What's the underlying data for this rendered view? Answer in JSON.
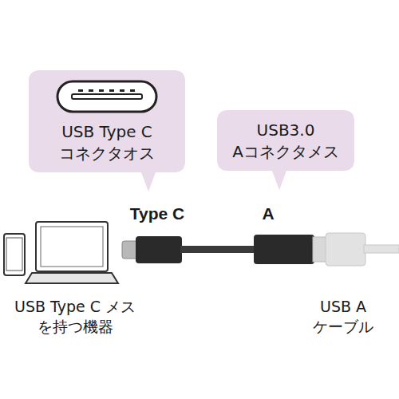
{
  "diagram": {
    "nodes": [
      {
        "text": [
          "USB Type C コネクタオス"
        ]
      },
      {
        "text": [
          "USB3.0 Aコネクタメス"
        ]
      }
    ],
    "labels": [
      "Type C",
      "A",
      "USB Type C メス を持つ機器",
      "USB A ケーブル"
    ]
  }
}
